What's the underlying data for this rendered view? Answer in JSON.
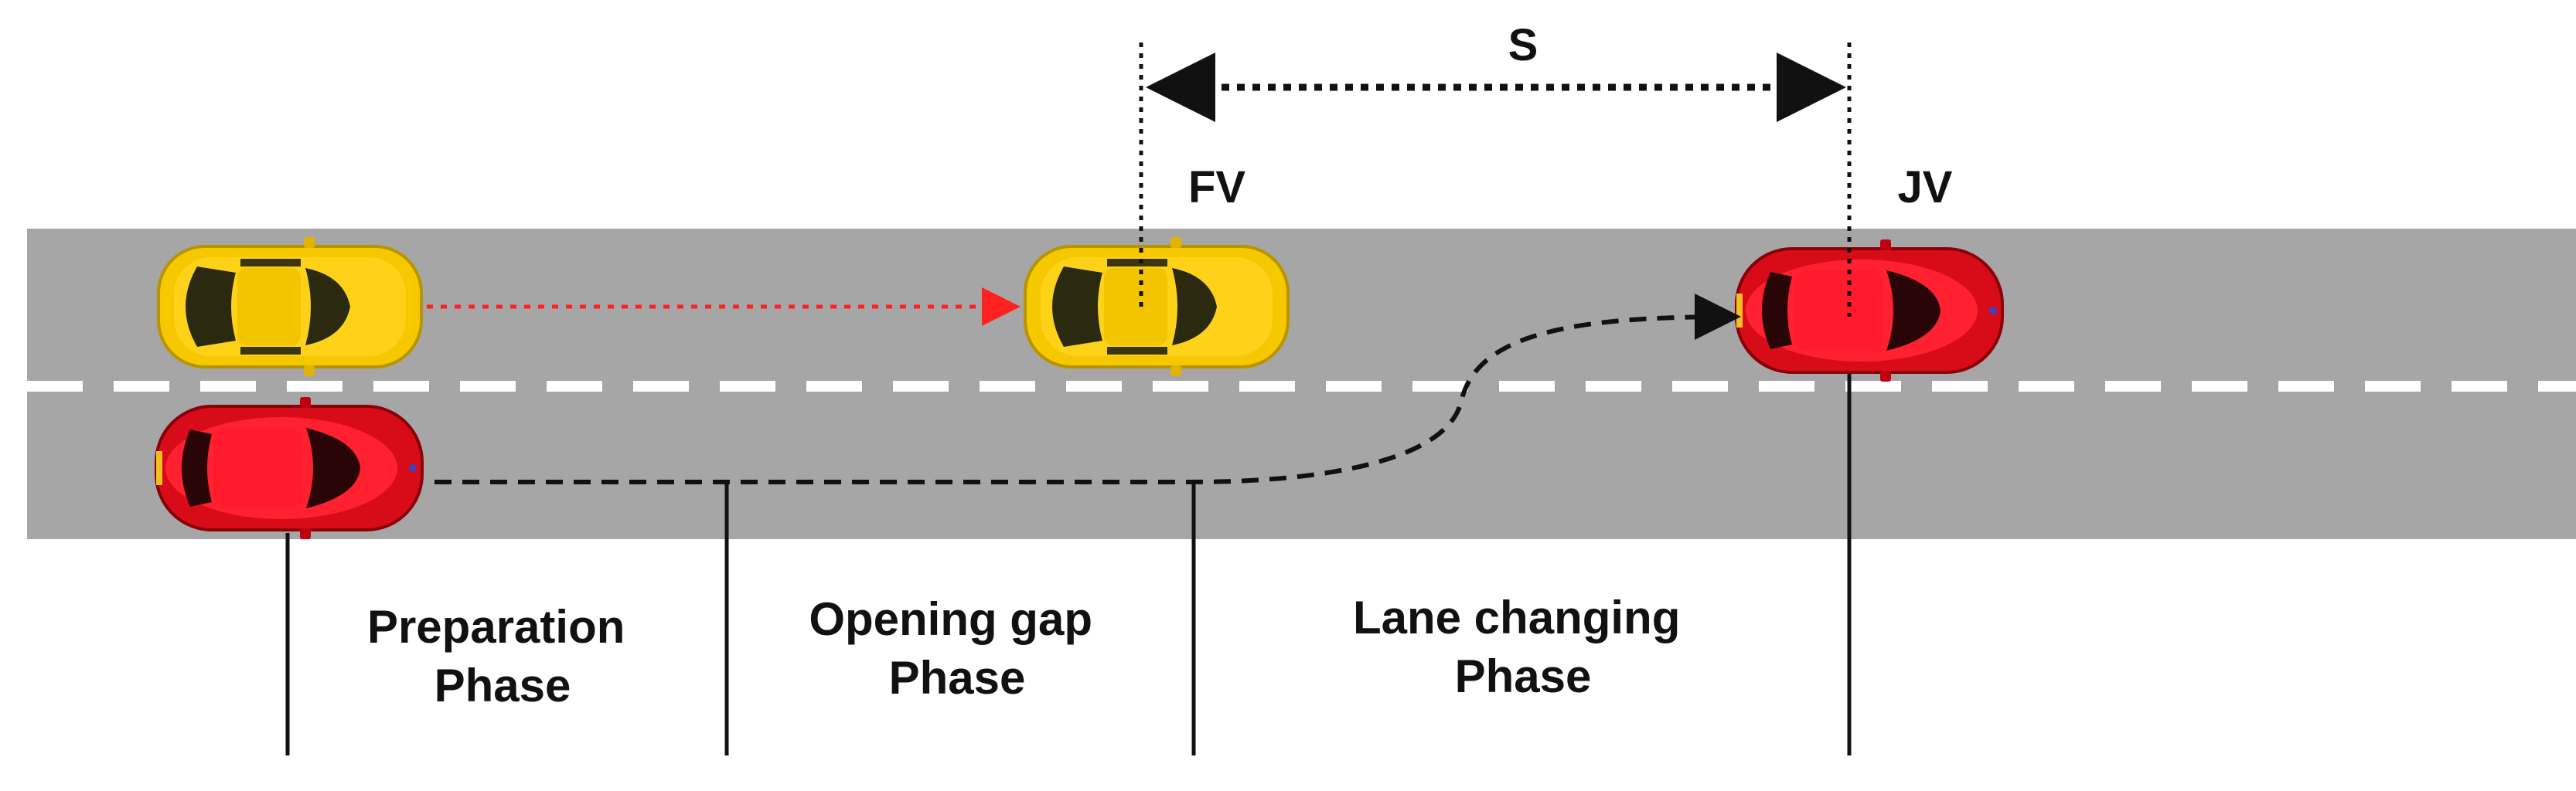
{
  "labels": {
    "distance": "S",
    "following_vehicle": "FV",
    "joining_vehicle": "JV"
  },
  "phases": [
    {
      "line1": "Preparation",
      "line2": "Phase"
    },
    {
      "line1": "Opening gap",
      "line2": "Phase"
    },
    {
      "line1": "Lane changing",
      "line2": "Phase"
    }
  ],
  "colors": {
    "road": "#a6a6a6",
    "lane_marking": "#ffffff",
    "yellow_car": "#f5c800",
    "red_car": "#e01020",
    "motion_arrow": "#ff2020",
    "path": "#111111"
  },
  "icons": {
    "yellow_car": "car-top-view-icon",
    "red_car": "car-top-view-icon"
  }
}
